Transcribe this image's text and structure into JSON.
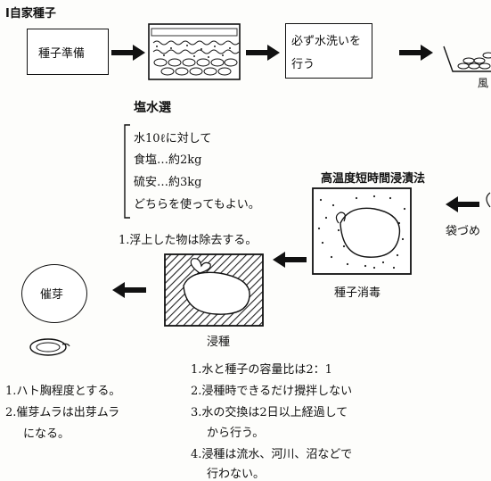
{
  "section_title": "Ⅰ自家種子",
  "steps": {
    "seed_prep": "種子準備",
    "wash_line1": "必ず水洗いを",
    "wash_line2": "行う",
    "seed_bag_partial": "袋づめ",
    "right_edge_partial": "風"
  },
  "salt_water": {
    "title": "塩水選",
    "lines": [
      "水10ℓに対して",
      "食塩…約2kg",
      "硫安…約3kg",
      "どちらを使ってもよい。"
    ],
    "note": "1.浮上した物は除去する。"
  },
  "disinfection": {
    "title": "高温度短時間浸漬法",
    "label": "種子消毒"
  },
  "soaking": {
    "title": "浸種",
    "notes": [
      "1.水と種子の容量比は2：1",
      "2.浸種時できるだけ攪拌しない",
      "3.水の交換は2日以上経過して",
      "から行う。",
      "4.浸種は流水、河川、沼などで",
      "行わない。"
    ]
  },
  "germination": {
    "label": "催芽",
    "notes": [
      "1.ハト胸程度とする。",
      "2.催芽ムラは出芽ムラ",
      "になる。"
    ]
  }
}
